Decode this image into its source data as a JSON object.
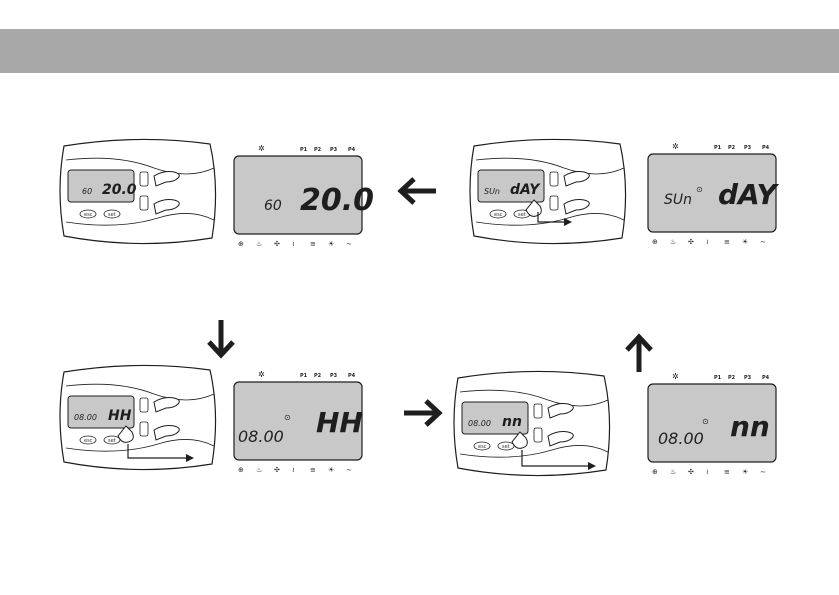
{
  "steps": [
    {
      "id": "step1",
      "left": "60",
      "right": "20.0"
    },
    {
      "id": "step2",
      "left": "SUn",
      "right": "dAY"
    },
    {
      "id": "step3",
      "left": "08.00",
      "right": "HH"
    },
    {
      "id": "step4",
      "left": "08.00",
      "right": "nn"
    }
  ],
  "program_labels": [
    "P1",
    "P2",
    "P3",
    "P4"
  ],
  "buttons": {
    "esc": "esc",
    "set": "set"
  },
  "arrows": [
    "left",
    "down",
    "right",
    "up"
  ],
  "colors": {
    "header_band": "#a8a8a8",
    "lcd": "#c8c8c8",
    "line": "#1e1e1e"
  }
}
